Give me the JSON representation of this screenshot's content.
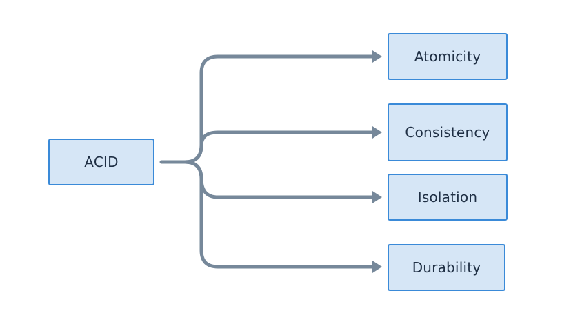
{
  "diagram": {
    "root": {
      "label": "ACID"
    },
    "children": [
      {
        "label": "Atomicity"
      },
      {
        "label": "Consistency"
      },
      {
        "label": "Isolation"
      },
      {
        "label": "Durability"
      }
    ],
    "colors": {
      "node_fill": "#d6e6f6",
      "node_border": "#3a8ad8",
      "connector": "#76889a",
      "text": "#1f2f44"
    }
  }
}
